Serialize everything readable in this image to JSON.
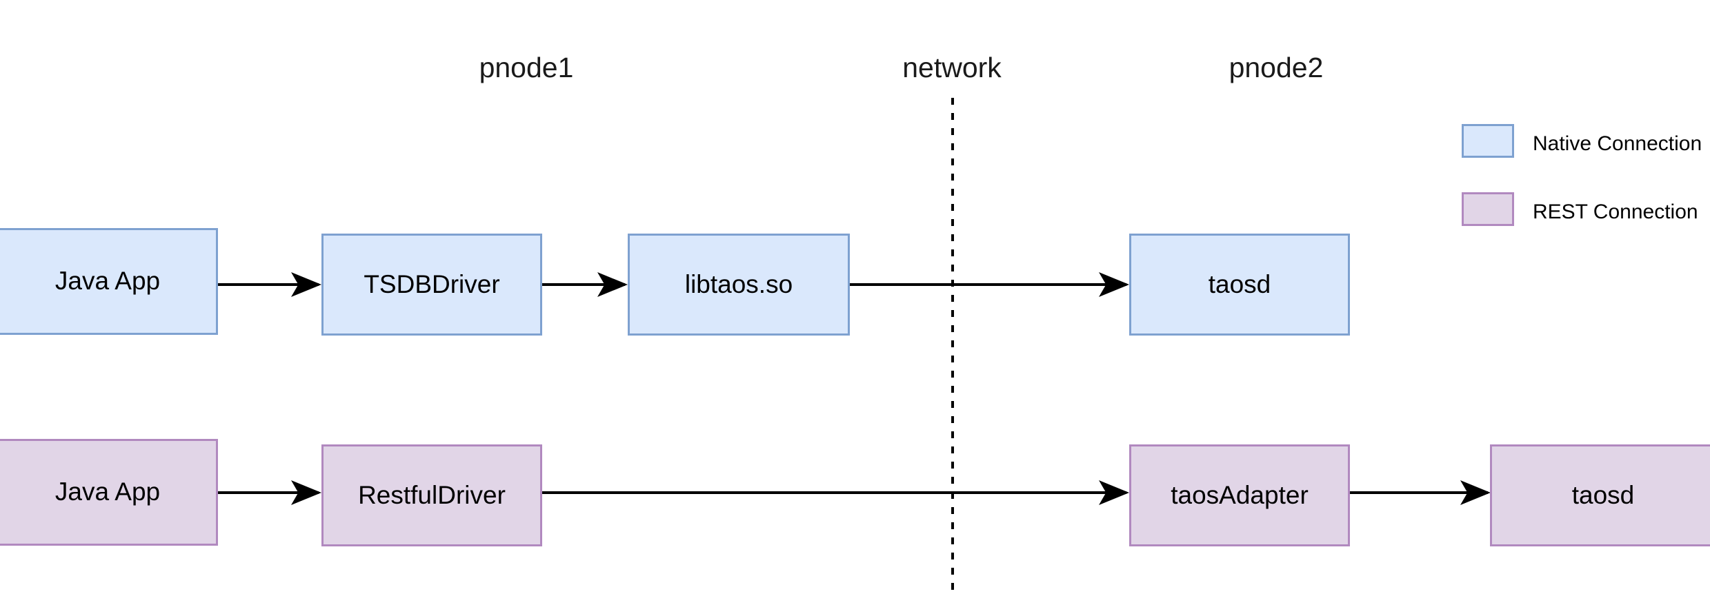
{
  "diagram": {
    "title_columns": [
      {
        "name": "pnode1",
        "label": "pnode1"
      },
      {
        "name": "network",
        "label": "network"
      },
      {
        "name": "pnode2",
        "label": "pnode2"
      }
    ],
    "legend": [
      {
        "key": "native",
        "label": "Native Connection",
        "fill": "#dae8fc",
        "stroke": "#7ea1d0"
      },
      {
        "key": "rest",
        "label": "REST Connection",
        "fill": "#e1d5e7",
        "stroke": "#b189bf"
      }
    ],
    "rows": [
      {
        "key": "native_row",
        "nodes": [
          {
            "name": "java-app-native",
            "label": "Java App"
          },
          {
            "name": "tsdbdriver",
            "label": "TSDBDriver"
          },
          {
            "name": "libtaos-so",
            "label": "libtaos.so"
          },
          {
            "name": "taosd-native",
            "label": "taosd"
          }
        ]
      },
      {
        "key": "rest_row",
        "nodes": [
          {
            "name": "java-app-rest",
            "label": "Java App"
          },
          {
            "name": "restfuldriver",
            "label": "RestfulDriver"
          },
          {
            "name": "taosadapter",
            "label": "taosAdapter"
          },
          {
            "name": "taosd-rest",
            "label": "taosd"
          }
        ]
      }
    ],
    "network_divider": {
      "name": "network-divider",
      "style": "dashed",
      "color": "#000000"
    },
    "arrow_color": "#000000"
  }
}
